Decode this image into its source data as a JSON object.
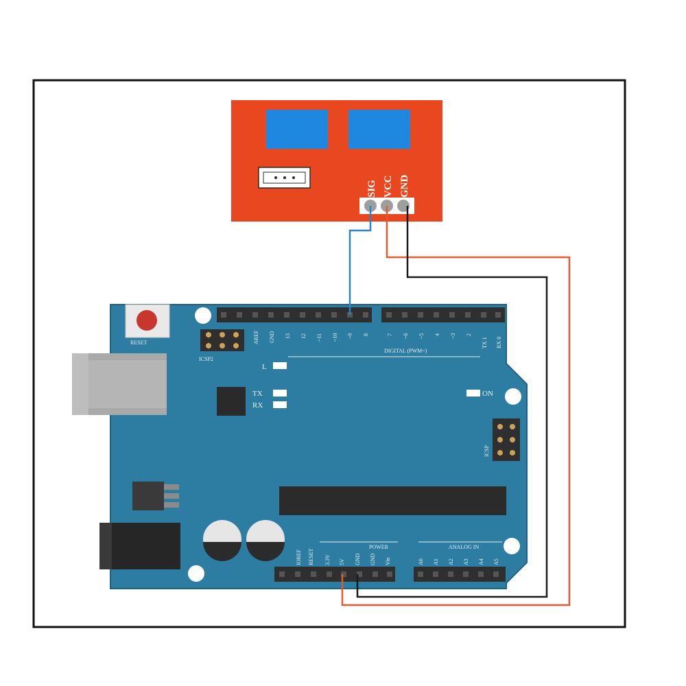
{
  "relay_module": {
    "pin_labels": [
      "SIG",
      "VCC",
      "GND"
    ]
  },
  "arduino": {
    "reset_label": "RESET",
    "icsp2_label": "ICSP2",
    "icsp_label": "ICSP",
    "led_l_label": "L",
    "led_tx_label": "TX",
    "led_rx_label": "RX",
    "led_on_label": "ON",
    "digital_label": "DIGITAL (PWM~)",
    "power_label": "POWER",
    "analog_label": "ANALOG IN",
    "digital_pins": [
      "AREF",
      "GND",
      "13",
      "12",
      "~11",
      "~10",
      "~9",
      "8",
      "7",
      "~6",
      "~5",
      "4",
      "~3",
      "2",
      "TX 1",
      "RX 0"
    ],
    "power_pins": [
      "IOREF",
      "RESET",
      "3.3V",
      "5V",
      "GND",
      "GND",
      "Vin"
    ],
    "analog_pins": [
      "A0",
      "A1",
      "A2",
      "A3",
      "A4",
      "A5"
    ]
  },
  "colors": {
    "relay_board": "#e8471f",
    "relay_block": "#1e87e0",
    "arduino_board": "#2d7da3",
    "wire_signal": "#2a85c2",
    "wire_vcc": "#e55a2b",
    "wire_gnd": "#1a1a1a"
  }
}
